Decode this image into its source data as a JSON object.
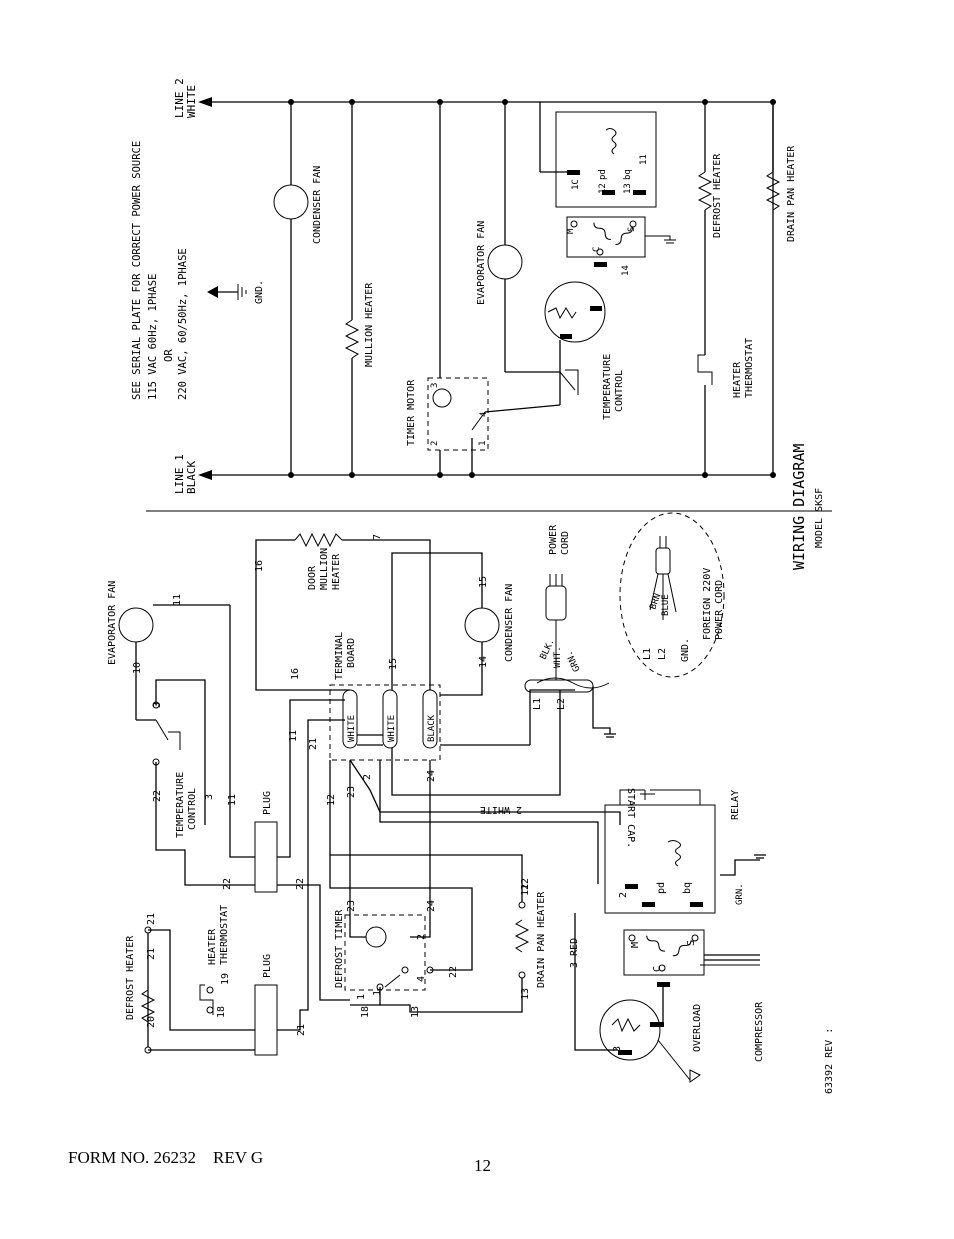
{
  "diagram": {
    "title": "WIRING DIAGRAM",
    "model": "MODEL SKSF",
    "schematic": {
      "line2": [
        "LINE 2",
        "WHITE"
      ],
      "line1": [
        "LINE 1",
        "BLACK"
      ],
      "power_note": [
        "SEE SERIAL PLATE FOR CORRECT POWER SOURCE",
        "115 VAC  60Hz, 1PHASE",
        "OR",
        "220 VAC, 60/50Hz, 1PHASE"
      ],
      "gnd": "GND.",
      "condenser_fan": "CONDENSER FAN",
      "mullion_heater": "MULLION HEATER",
      "evaporator_fan": "EVAPORATOR FAN",
      "timer_motor": "TIMER MOTOR",
      "temperature_control": [
        "TEMPERATURE",
        "CONTROL"
      ],
      "defrost_heater": "DEFROST HEATER",
      "drain_pan_heater": "DRAIN PAN HEATER",
      "heater_thermostat": [
        "HEATER",
        "THERMOSTAT"
      ],
      "terminals": [
        "3",
        "4",
        "2",
        "1",
        "1C",
        "12",
        "pd",
        "13",
        "bq",
        "11",
        "14",
        "C",
        "M",
        "S"
      ]
    },
    "pictorial": {
      "evaporator_fan": "EVAPORATOR FAN",
      "temperature_control": [
        "TEMPERATURE",
        "CONTROL"
      ],
      "plug": "PLUG",
      "heater_thermostat": [
        "HEATER",
        "THERMOSTAT"
      ],
      "defrost_heater": "DEFROST HEATER",
      "defrost_timer": "DEFROST TIMER",
      "terminal_board": [
        "TERMINAL",
        "BOARD"
      ],
      "door_mullion_heater": [
        "DOOR",
        "MULLION",
        "HEATER"
      ],
      "condenser_fan": "CONDENSER FAN",
      "power_cord": [
        "POWER",
        "CORD"
      ],
      "cord_wires": [
        "BLK.",
        "WHT.",
        "GRN."
      ],
      "foreign_cord_wires": [
        "L1",
        "L2",
        "GND.",
        "BRN",
        "BLUE"
      ],
      "foreign_cord": [
        "FOREIGN 220V",
        "POWER CORD"
      ],
      "drain_pan_heater": "DRAIN PAN HEATER",
      "start_cap": "START CAP.",
      "relay": "RELAY",
      "grn": "GRN.",
      "compressor": "COMPRESSOR",
      "overload": "OVERLOAD",
      "red_wire": "3 RED",
      "white_wire": "2 WHITE",
      "board_terminals": [
        "WHITE",
        "WHITE",
        "BLACK"
      ],
      "wire_numbers": [
        "10",
        "11",
        "3",
        "22",
        "3",
        "11",
        "22",
        "22",
        "21",
        "20",
        "21",
        "19",
        "18",
        "21",
        "16",
        "7",
        "16",
        "15",
        "15",
        "14",
        "11",
        "21",
        "12",
        "23",
        "2",
        "24",
        "23",
        "24",
        "1",
        "2",
        "4",
        "22",
        "18",
        "13",
        "12",
        "13",
        "L1",
        "L2",
        "1",
        "2",
        "3",
        "12",
        "C",
        "M",
        "S",
        "pd",
        "bq"
      ]
    },
    "revision": "63392 REV :"
  },
  "footer": {
    "form": "FORM NO. 26232    REV G",
    "page": "12"
  }
}
